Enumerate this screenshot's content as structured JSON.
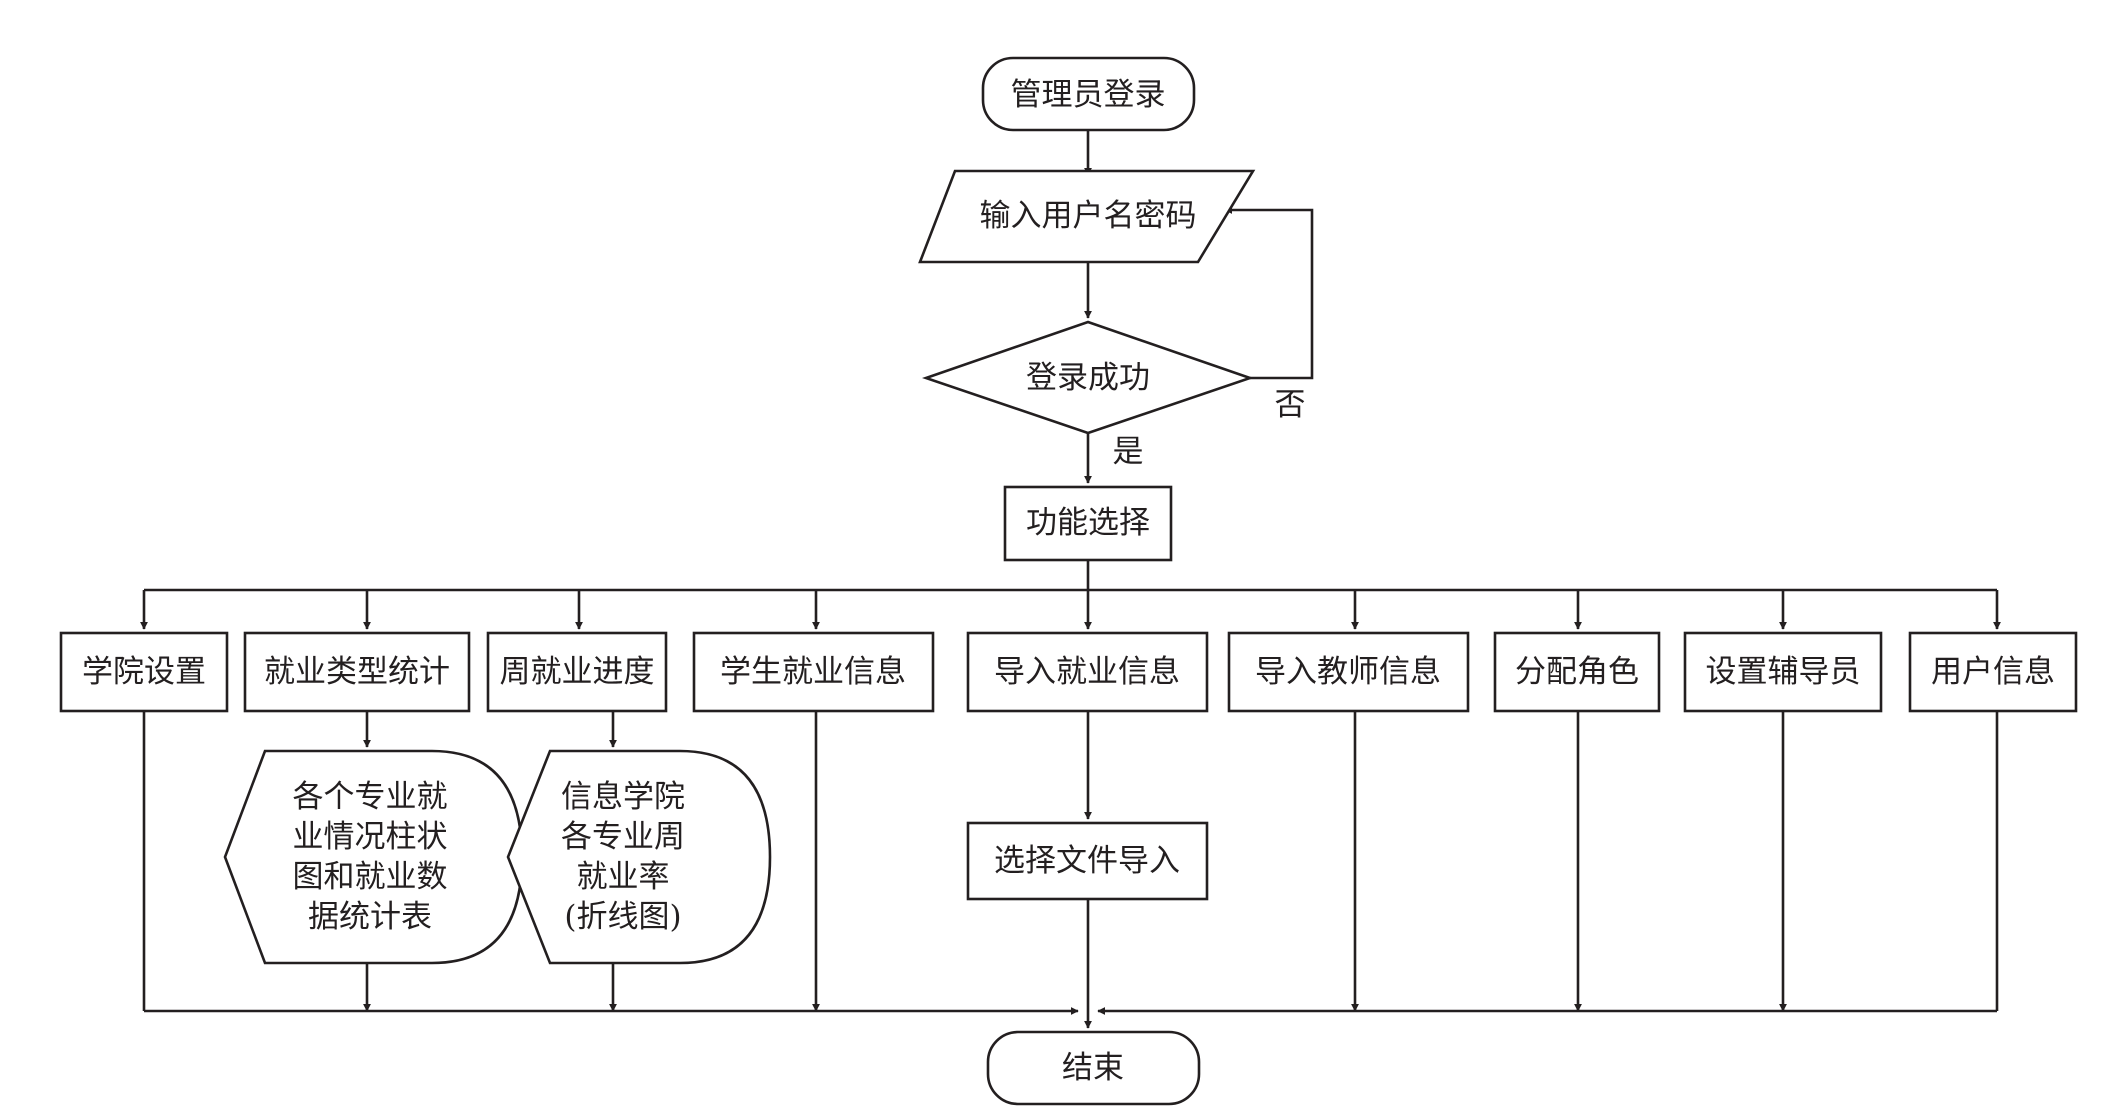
{
  "nodes": {
    "login": "管理员登录",
    "input_credentials": "输入用户名密码",
    "login_success": "登录成功",
    "function_select": "功能选择",
    "college_settings": "学院设置",
    "employment_type_stats": "就业类型统计",
    "weekly_progress": "周就业进度",
    "student_employment_info": "学生就业信息",
    "import_employment_info": "导入就业信息",
    "import_teacher_info": "导入教师信息",
    "assign_roles": "分配角色",
    "set_counselor": "设置辅导员",
    "user_info": "用户信息",
    "select_file_import": "选择文件导入",
    "end": "结束"
  },
  "displays": {
    "bar_chart_lines": [
      "各个专业就",
      "业情况柱状",
      "图和就业数",
      "据统计表"
    ],
    "line_chart_lines": [
      "信息学院",
      "各专业周",
      "就业率",
      "(折线图)"
    ]
  },
  "edge_labels": {
    "no": "否",
    "yes": "是"
  }
}
